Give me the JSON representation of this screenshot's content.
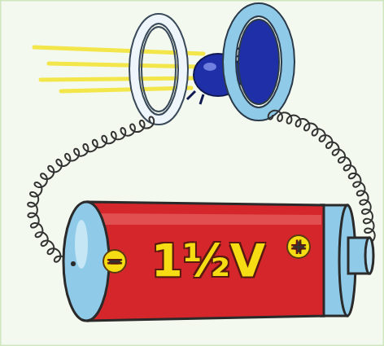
{
  "diagram": {
    "nodes": [
      {
        "text": [
          "1½V"
        ]
      },
      {
        "text": [
          "−"
        ],
        "in": 0
      },
      {
        "text": [
          "+"
        ],
        "in": 0
      }
    ]
  }
}
